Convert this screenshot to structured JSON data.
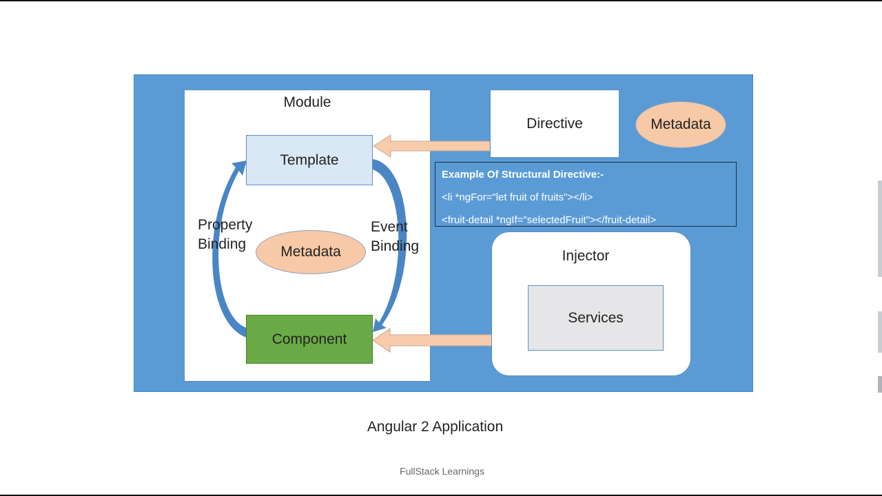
{
  "colors": {
    "panel": "#5b9bd5",
    "template_fill": "#dae7f5",
    "component_fill": "#6aaa46",
    "metadata_fill": "#f7c9a6",
    "services_fill": "#e6e6e8",
    "arrow_fill": "#f8cbad",
    "curve_arrow": "#4a86c5"
  },
  "diagram": {
    "module_label": "Module",
    "template_label": "Template",
    "component_label": "Component",
    "directive_label": "Directive",
    "metadata_top_label": "Metadata",
    "metadata_mid_label": "Metadata",
    "injector_label": "Injector",
    "services_label": "Services",
    "property_binding_line1": "Property",
    "property_binding_line2": "Binding",
    "event_binding_line1": "Event",
    "event_binding_line2": "Binding",
    "example": {
      "title": "Example Of Structural Directive:-",
      "line1": "<li *ngFor=\"let fruit of fruits\"></li>",
      "line2": "<fruit-detail *ngIf=\"selectedFruit\"></fruit-detail>"
    },
    "icons": {
      "directive_to_template": "block-arrow-left-icon",
      "services_to_component": "block-arrow-left-icon",
      "property_binding_curve": "curved-arrow-up-icon",
      "event_binding_curve": "curved-arrow-down-icon"
    }
  },
  "caption": "Angular 2 Application",
  "credit": "FullStack Learnings"
}
